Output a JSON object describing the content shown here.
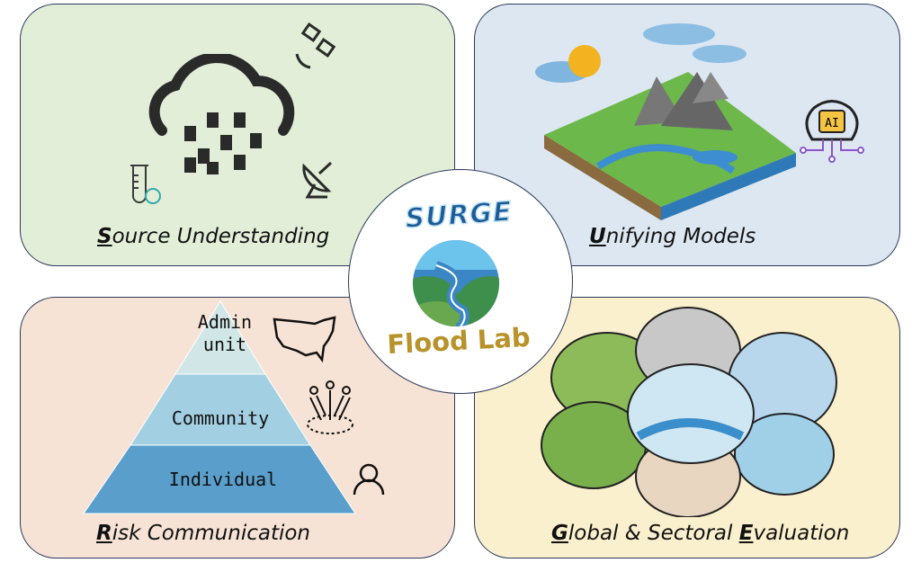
{
  "panels": {
    "source": {
      "initial": "S",
      "rest": "ource Understanding"
    },
    "unifying": {
      "initial": "U",
      "rest": "nifying Models",
      "ai_badge": "AI"
    },
    "risk": {
      "initial": "R",
      "rest": "isk Communication",
      "tiers": [
        "Admin",
        "unit",
        "Community",
        "Individual"
      ]
    },
    "global": {
      "i1": "G",
      "t1": "lobal & Sectoral ",
      "i2": "E",
      "t2": "valuation"
    }
  },
  "logo": {
    "top": "SURGE",
    "bottom": "Flood Lab"
  },
  "colors": {
    "border": "#2b3a5a",
    "gold": "#b8922a"
  }
}
